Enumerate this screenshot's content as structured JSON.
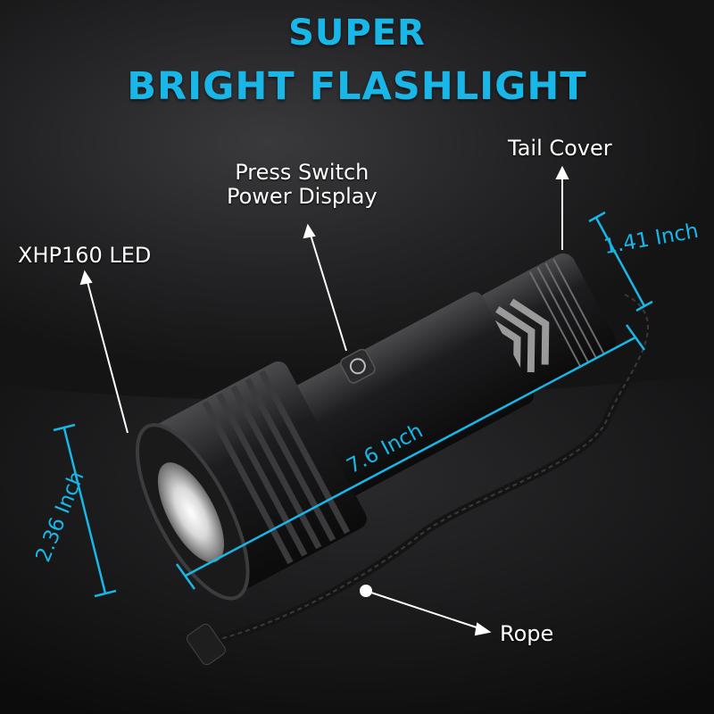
{
  "title": {
    "line1": "SUPER",
    "line2": "BRIGHT FLASHLIGHT"
  },
  "callouts": {
    "tail_cover": "Tail Cover",
    "switch_line1": "Press Switch",
    "switch_line2": "Power Display",
    "led": "XHP160 LED",
    "rope": "Rope"
  },
  "dimensions": {
    "length": "7.6 Inch",
    "head_diameter": "2.36 Inch",
    "tail_diameter": "1.41 Inch"
  },
  "colors": {
    "accent": "#19b6e8",
    "label_text": "#ffffff",
    "background": "#1c1c1e"
  },
  "icons": {
    "switch": "power-icon"
  }
}
